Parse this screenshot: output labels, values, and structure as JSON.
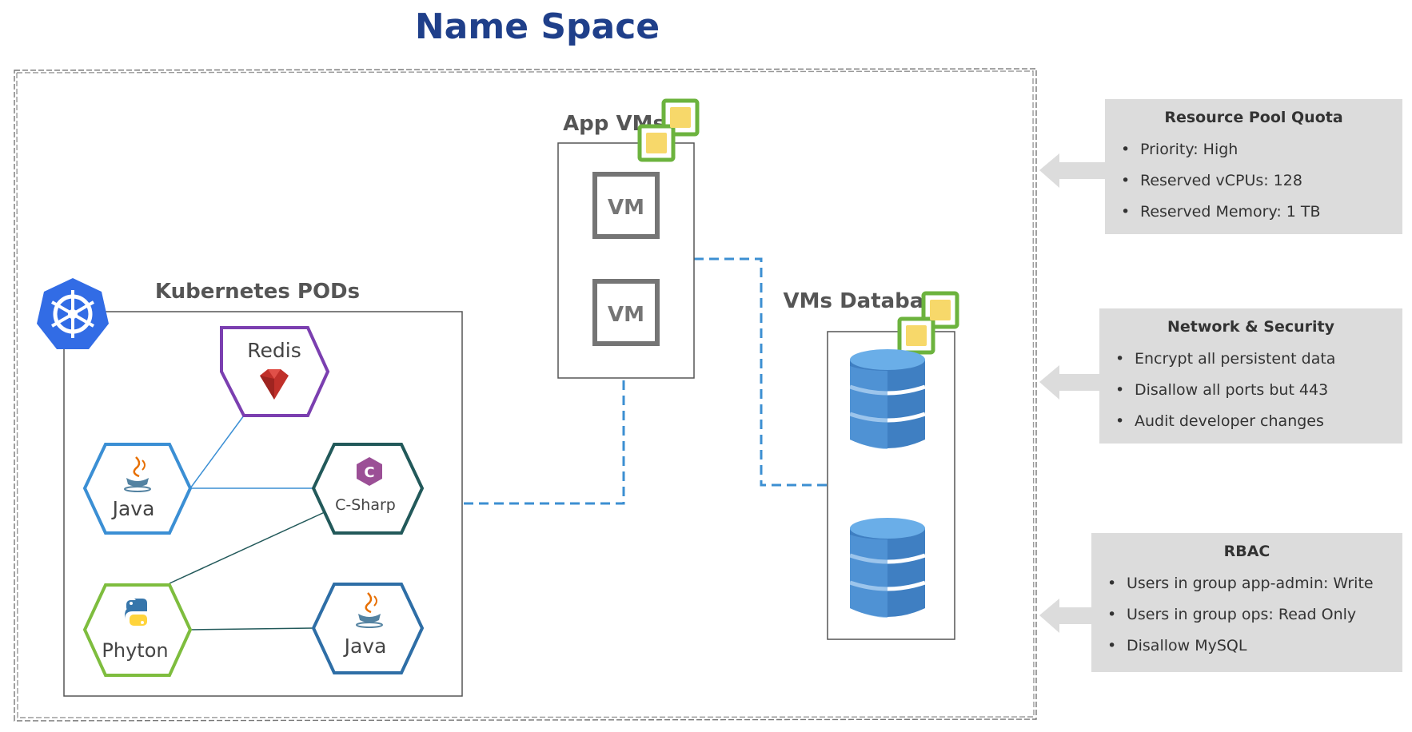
{
  "title": "Name Space",
  "kubernetes": {
    "label": "Kubernetes PODs",
    "pods": {
      "redis": "Redis",
      "java1": "Java",
      "csharp": "C-Sharp",
      "python": "Phyton",
      "java2": "Java"
    }
  },
  "app_vms": {
    "label": "App VMs",
    "vm1": "VM",
    "vm2": "VM"
  },
  "vms_database": {
    "label": "VMs Database"
  },
  "panels": {
    "resource_pool": {
      "heading": "Resource Pool Quota",
      "items": [
        "Priority: High",
        "Reserved vCPUs: 128",
        "Reserved Memory: 1 TB"
      ]
    },
    "network_security": {
      "heading": "Network & Security",
      "items": [
        "Encrypt all persistent data",
        "Disallow all ports but 443",
        "Audit developer changes"
      ]
    },
    "rbac": {
      "heading": "RBAC",
      "items": [
        "Users in group app-admin: Write",
        "Users in group ops: Read Only",
        "Disallow MySQL"
      ]
    }
  },
  "colors": {
    "title": "#1f3f8a",
    "redis_hex": "#7b3fb0",
    "java_hex": "#3b8fd4",
    "csharp_hex": "#22595a",
    "python_hex": "#7ebd3e",
    "java2_hex": "#2e6ea6",
    "dashed_link": "#3c8fd2",
    "vsphere_green": "#6cb33e",
    "vsphere_yellow": "#f7d86a",
    "kubernetes_blue": "#326ce5",
    "database_blue": "#4a90d0",
    "panel_bg": "#dcdcdc"
  },
  "icons": [
    "kubernetes-icon",
    "vsphere-icon",
    "ruby-icon",
    "java-icon",
    "csharp-icon",
    "python-icon",
    "database-icon",
    "arrow-left-icon"
  ]
}
